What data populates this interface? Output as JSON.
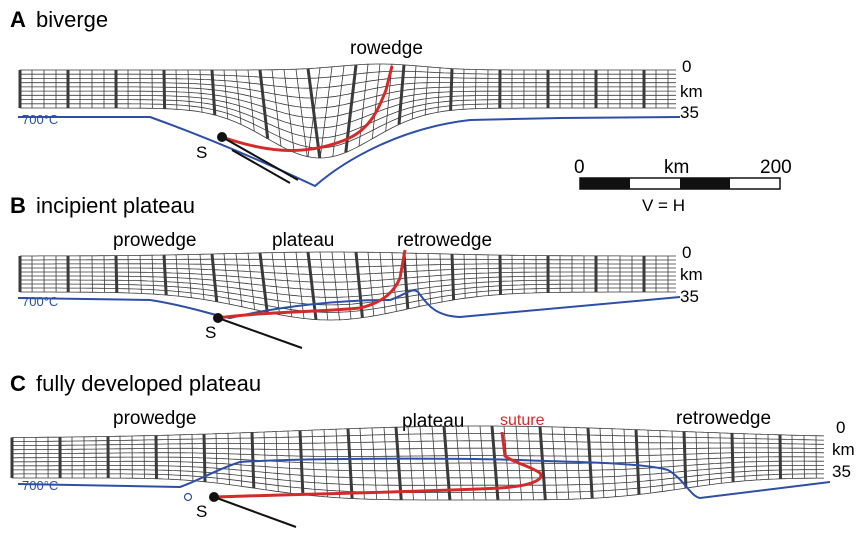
{
  "panels": [
    {
      "letter": "A",
      "title": "biverge",
      "labels": {
        "prowedge": "",
        "plateau": "",
        "retrowedge": "rowedge",
        "suture": ""
      },
      "isotherm": "700°C",
      "depth_top": "0",
      "depth_unit": "km",
      "depth_bottom": "35",
      "subduction": "S"
    },
    {
      "letter": "B",
      "title": "incipient plateau",
      "labels": {
        "prowedge": "prowedge",
        "plateau": "plateau",
        "retrowedge": "retrowedge",
        "suture": ""
      },
      "isotherm": "700°C",
      "depth_top": "0",
      "depth_unit": "km",
      "depth_bottom": "35",
      "subduction": "S"
    },
    {
      "letter": "C",
      "title": "fully developed plateau",
      "labels": {
        "prowedge": "prowedge",
        "plateau": "plateau",
        "retrowedge": "retrowedge",
        "suture": "suture"
      },
      "isotherm": "700°C",
      "depth_top": "0",
      "depth_unit": "km",
      "depth_bottom": "35",
      "subduction": "S"
    }
  ],
  "scale_bar": {
    "min": "0",
    "unit": "km",
    "max": "200",
    "note": "V = H"
  },
  "colors": {
    "isotherm": "#2f4fa6",
    "suture": "#d42a2a",
    "mesh": "#3a3a3a",
    "text": "#111111"
  }
}
